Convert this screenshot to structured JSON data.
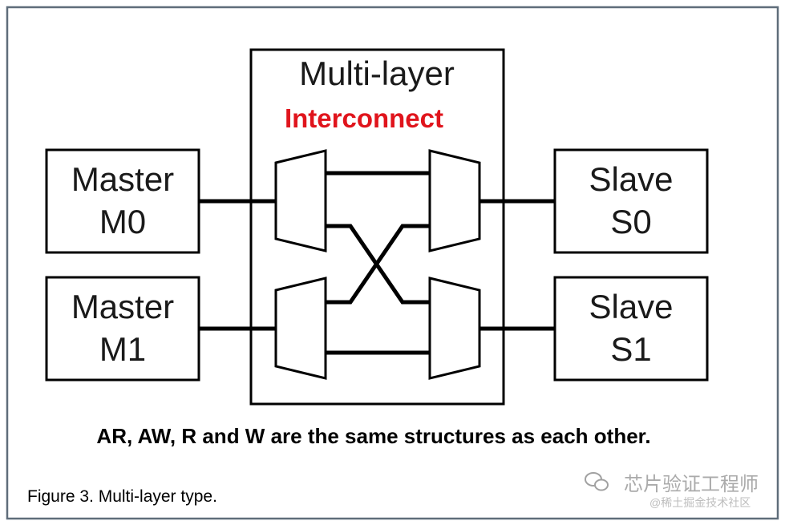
{
  "diagram": {
    "interconnect": {
      "title": "Multi-layer",
      "subtitle": "Interconnect",
      "subtitle_color": "#e0141c"
    },
    "masters": [
      {
        "line1": "Master",
        "line2": "M0"
      },
      {
        "line1": "Master",
        "line2": "M1"
      }
    ],
    "slaves": [
      {
        "line1": "Slave",
        "line2": "S0"
      },
      {
        "line1": "Slave",
        "line2": "S1"
      }
    ],
    "note": "AR, AW, R and W are the same structures as each other.",
    "caption": "Figure 3. Multi-layer type.",
    "frame_color": "#5f6d7a",
    "watermark": {
      "line1": "芯片验证工程师",
      "line2": "@稀土掘金技术社区"
    }
  }
}
